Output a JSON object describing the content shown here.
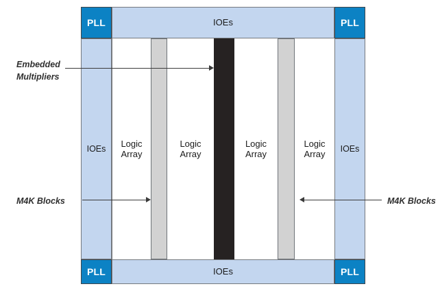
{
  "diagram": {
    "title": "FPGA device floorplan block diagram",
    "colors": {
      "pll_fill": "#0c82c4",
      "ioe_fill": "#c3d6ef",
      "m4k_fill": "#d2d2d2",
      "multiplier_fill": "#262222",
      "logic_fill": "#ffffff",
      "border": "#75797e",
      "label_text": "#2f2f2f",
      "background": "#ffffff"
    },
    "corners": {
      "top_left_pll": "PLL",
      "top_right_pll": "PLL",
      "bottom_left_pll": "PLL",
      "bottom_right_pll": "PLL"
    },
    "edges": {
      "top_ioes": "IOEs",
      "bottom_ioes": "IOEs",
      "left_ioes": "IOEs",
      "right_ioes": "IOEs"
    },
    "columns": [
      {
        "kind": "logic",
        "label": "Logic\nArray"
      },
      {
        "kind": "m4k",
        "label": ""
      },
      {
        "kind": "logic",
        "label": "Logic\nArray"
      },
      {
        "kind": "multiplier",
        "label": ""
      },
      {
        "kind": "logic",
        "label": "Logic\nArray"
      },
      {
        "kind": "m4k",
        "label": ""
      },
      {
        "kind": "logic",
        "label": "Logic\nArray"
      }
    ],
    "logic_array_labels": {
      "col1": "Logic\nArray",
      "col2": "Logic\nArray",
      "col3": "Logic\nArray",
      "col4": "Logic\nArray"
    },
    "callouts": {
      "embedded_multipliers": "Embedded\nMultipliers",
      "m4k_left": "M4K Blocks",
      "m4k_right": "M4K Blocks"
    }
  }
}
